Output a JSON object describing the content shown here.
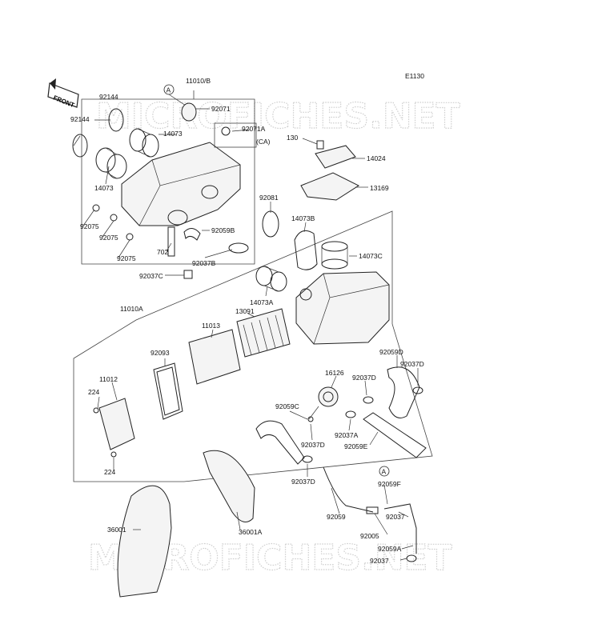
{
  "diagram_code": "E1130",
  "front_label": "FRONT",
  "watermark": "MICROFICHES.NET",
  "callouts": {
    "a1": "A",
    "a2": "A"
  },
  "labels": {
    "p11010b": "11010/B",
    "p92071": "92071",
    "p92144a": "92144",
    "p92144b": "92144",
    "p14073a": "14073",
    "p14073b": "14073",
    "p92071a": "92071A",
    "pca": "(CA)",
    "p92075a": "92075",
    "p92075b": "92075",
    "p92075c": "92075",
    "p702": "702",
    "p92059b": "92059B",
    "p92037b": "92037B",
    "p92037c": "92037C",
    "p92081": "92081",
    "p130": "130",
    "p14024": "14024",
    "p13169": "13169",
    "p14073b2": "14073B",
    "p14073c": "14073C",
    "p14073a2": "14073A",
    "p13091": "13091",
    "p11010a": "11010A",
    "p11013": "11013",
    "p92093": "92093",
    "p11012": "11012",
    "p224a": "224",
    "p224b": "224",
    "p92059d": "92059D",
    "p92037d": "92037D",
    "p16126": "16126",
    "p92037d2": "92037D",
    "p92059c": "92059C",
    "p92037a": "92037A",
    "p92037d3": "92037D",
    "p92059e": "92059E",
    "p92037d4": "92037D",
    "p92059f": "92059F",
    "p92059": "92059",
    "p92037": "92037",
    "p92005": "92005",
    "p92059a": "92059A",
    "p92037e": "92037",
    "p36001": "36001",
    "p36001a": "36001A"
  }
}
